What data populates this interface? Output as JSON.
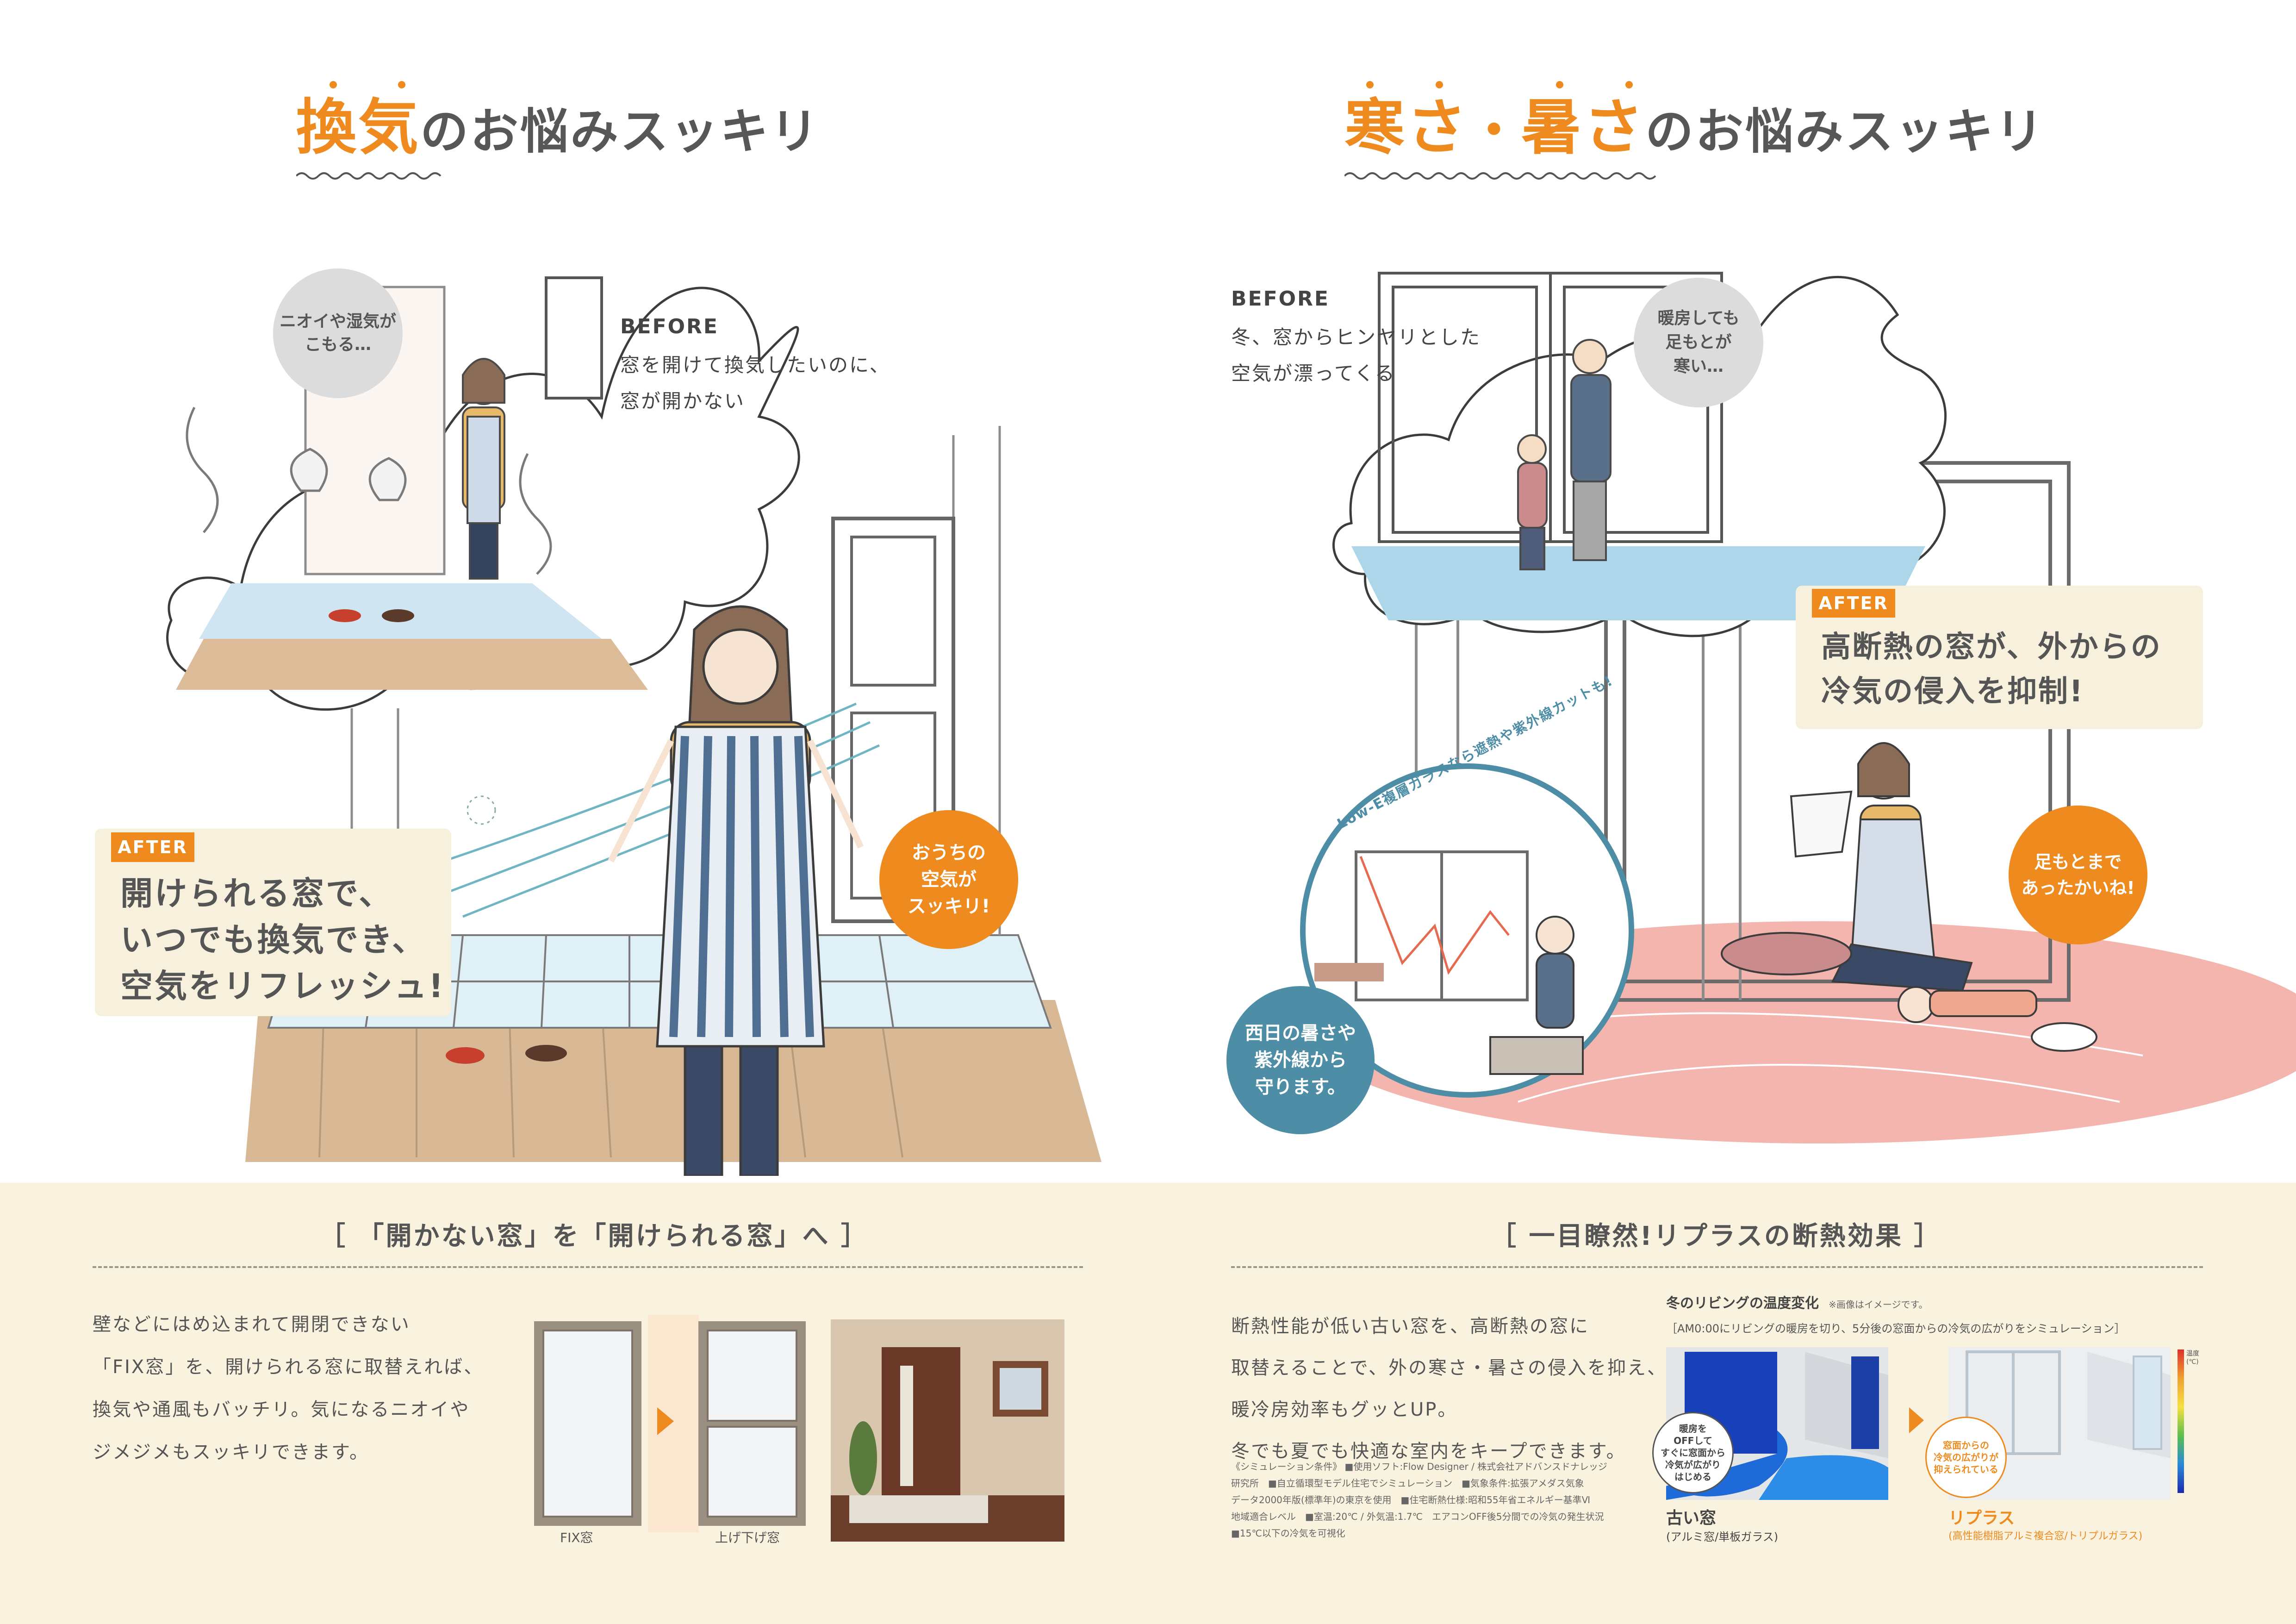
{
  "left_heading": {
    "accent": "換気",
    "rest": "のお悩みスッキリ"
  },
  "right_heading": {
    "accent1": "寒さ",
    "dot": "・",
    "accent2": "暑さ",
    "rest": "のお悩みスッキリ"
  },
  "left_scene": {
    "bubble_odor": "ニオイや湿気が\nこもる…",
    "before_label": "BEFORE",
    "before_text": "窓を開けて換気したいのに、\n窓が開かない",
    "after_label": "AFTER",
    "after_text": "開けられる窓で、\nいつでも換気でき、\n空気をリフレッシュ!",
    "bubble_fresh": "おうちの\n空気が\nスッキリ!"
  },
  "right_scene": {
    "before_label": "BEFORE",
    "before_text": "冬、窓からヒンヤリとした\n空気が漂ってくる",
    "bubble_cold": "暖房しても\n足もとが\n寒い…",
    "after_label": "AFTER",
    "after_text": "高断熱の窓が、外からの\n冷気の侵入を抑制!",
    "bubble_warm": "足もとまで\nあったかいね!",
    "circle_caption": "Low-E複層ガラスなら遮熱や紫外線カットも!",
    "bubble_sun": "西日の暑さや\n紫外線から\n守ります。"
  },
  "bottom_left": {
    "title": "［ 「開かない窓」を「開けられる窓」へ ］",
    "body": [
      "壁などにはめ込まれて開閉できない",
      "「FIX窓」を、開けられる窓に取替えれば、",
      "換気や通風もバッチリ。気になるニオイや",
      "ジメジメもスッキリできます。"
    ],
    "label_fix": "FIX窓",
    "label_slide": "上げ下げ窓"
  },
  "bottom_right": {
    "title": "［ 一目瞭然!リプラスの断熱効果 ］",
    "body": [
      "断熱性能が低い古い窓を、高断熱の窓に",
      "取替えることで、外の寒さ・暑さの侵入を抑え、",
      "暖冷房効率もグッとUP。",
      "冬でも夏でも快適な室内をキープできます。"
    ],
    "notes": [
      "《シミュレーション条件》 ■使用ソフト:Flow Designer / 株式会社アドバンスドナレッジ",
      "研究所　■自立循環型モデル住宅でシミュレーション　■気象条件:拡張アメダス気象",
      "データ2000年版(標準年)の東京を使用　■住宅断熱仕様:昭和55年省エネルギー基準Ⅵ",
      "地域適合レベル　■室温:20℃ / 外気温:1.7℃　エアコンOFF後5分間での冷気の発生状況",
      "■15℃以下の冷気を可視化"
    ],
    "sim_title": "冬のリビングの温度変化",
    "sim_note": "※画像はイメージです。",
    "sim_sub": "［AM0:00にリビングの暖房を切り、5分後の窓面からの冷気の広がりをシミュレーション］",
    "old_window_label": "古い窓",
    "old_window_sub": "(アルミ窓/単板ガラス)",
    "old_bubble": "暖房を\nOFFして\nすぐに窓面から\n冷気が広がり\nはじめる",
    "new_window_label": "リプラス",
    "new_window_sub": "(高性能樹脂アルミ複合窓/トリプルガラス)",
    "new_bubble": "窓面からの\n冷気の広がりが\n抑えられている",
    "scale_label": "温度\n(℃)"
  },
  "colors": {
    "accent": "#ee8a1e",
    "panel": "#f6f0dd",
    "band": "#f8f2de",
    "teal": "#4d8ea6",
    "pink": "#f1a7a0",
    "floor_blue": "#aed6ea"
  }
}
